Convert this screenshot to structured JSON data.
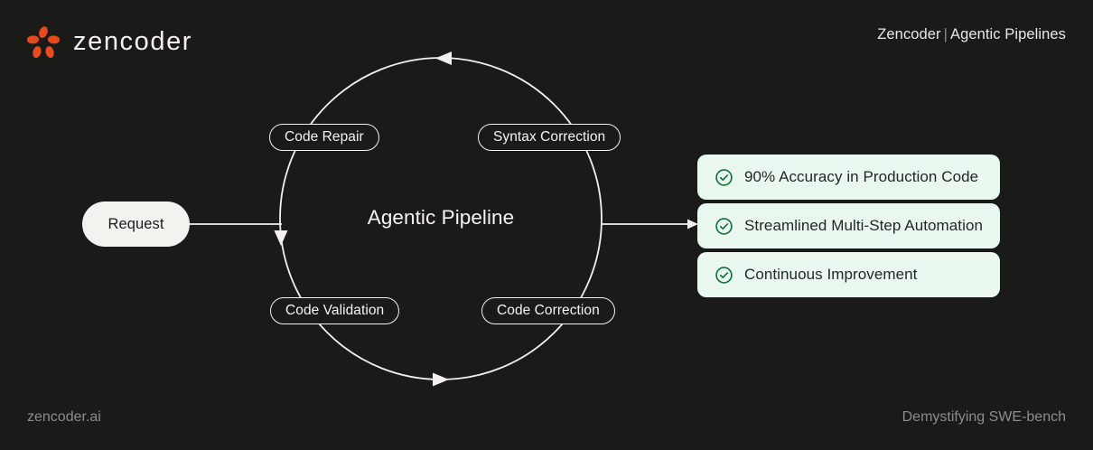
{
  "theme": {
    "background": "#1a1a19",
    "accent_orange": "#e8491f",
    "text_primary": "#f4f3f0",
    "text_muted": "#8d8c89",
    "card_bg": "#e9f7ee",
    "card_text": "#23272b",
    "check_green": "#12713f",
    "node_fill": "#f4f2ee",
    "stroke": "#f2f1ee"
  },
  "header": {
    "logo_icon": "zencoder-flower-logo-icon",
    "brand": "zencoder",
    "breadcrumb_primary": "Zencoder",
    "breadcrumb_separator": "|",
    "breadcrumb_secondary": "Agentic Pipelines"
  },
  "footer": {
    "left": "zencoder.ai",
    "right": "Demystifying SWE-bench"
  },
  "diagram": {
    "entry_node": {
      "label": "Request"
    },
    "center_label": "Agentic Pipeline",
    "cycle_nodes": [
      {
        "id": "code-repair",
        "label": "Code Repair"
      },
      {
        "id": "syntax-correction",
        "label": "Syntax Correction"
      },
      {
        "id": "code-correction",
        "label": "Code Correction"
      },
      {
        "id": "code-validation",
        "label": "Code Validation"
      }
    ],
    "flow_direction": "counter-clockwise",
    "arrowheads": [
      {
        "position": "top",
        "points": "left"
      },
      {
        "position": "left",
        "points": "down"
      },
      {
        "position": "bottom",
        "points": "right"
      }
    ]
  },
  "outcomes": {
    "icon": "check-circle-icon",
    "items": [
      {
        "label": "90% Accuracy in Production Code"
      },
      {
        "label": "Streamlined Multi-Step Automation"
      },
      {
        "label": "Continuous Improvement"
      }
    ]
  }
}
